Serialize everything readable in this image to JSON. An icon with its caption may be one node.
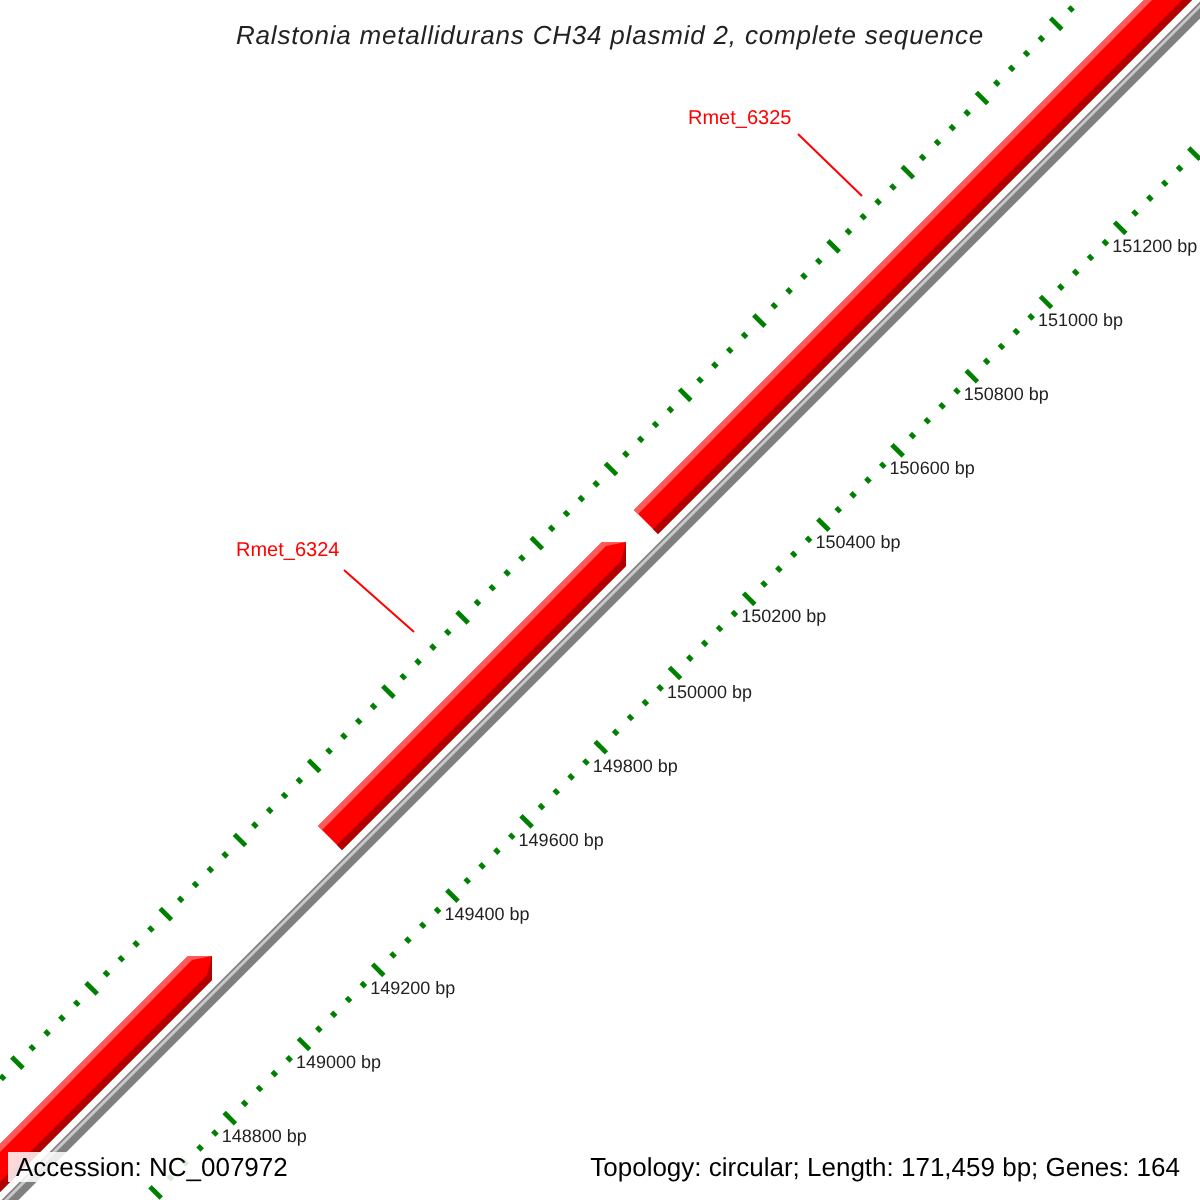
{
  "diagram": {
    "title": "Ralstonia metallidurans CH34 plasmid 2, complete sequence",
    "nodes": [
      {
        "text": [
          "Rmet_6325"
        ]
      },
      {
        "text": [],
        "shape": "arrow"
      },
      {
        "text": [
          "Rmet_6324"
        ]
      },
      {
        "text": [],
        "shape": "arrow"
      },
      {
        "text": [],
        "shape": "arrow"
      }
    ],
    "edges": [
      {
        "from": 0,
        "to": 1,
        "arrow": "none"
      },
      {
        "from": 2,
        "to": 3,
        "arrow": "none"
      }
    ],
    "labels": [
      "151200 bp",
      "151000 bp",
      "150800 bp",
      "150600 bp",
      "150400 bp",
      "150200 bp",
      "150000 bp",
      "149800 bp",
      "149600 bp",
      "149400 bp",
      "149200 bp",
      "149000 bp",
      "148800 bp",
      "Accession: NC_007972",
      "Topology: circular; Length: 171,459 bp; Genes: 164"
    ]
  }
}
